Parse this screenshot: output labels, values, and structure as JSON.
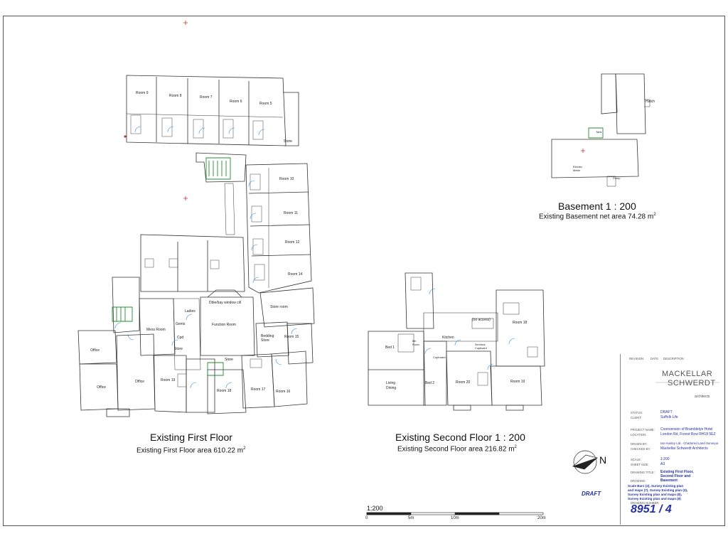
{
  "plans": {
    "first_floor": {
      "title": "Existing First Floor",
      "area_text": "Existing First Floor area 610.22 m",
      "area_sup": "2"
    },
    "second_floor": {
      "title": "Existing Second Floor 1 : 200",
      "area_text": "Existing Second Floor area 216.82 m",
      "area_sup": "2"
    },
    "basement": {
      "title": "Basement 1 : 200",
      "area_text": "Existing Basement net area 74.28 m",
      "area_sup": "2"
    }
  },
  "rooms_first": {
    "room9": "Room 9",
    "room8": "Room 8",
    "room7": "Room 7",
    "room6": "Room 6",
    "room5": "Room 5",
    "store_top": "Store",
    "room10": "Room 10",
    "room11": "Room 11",
    "room12": "Room 12",
    "room14": "Room 14",
    "store_room": "Store room",
    "room15": "Room 15",
    "bedding_store": "Bedding Store",
    "bay": "Dble/bay window cill",
    "function_room": "Function Room",
    "ladies": "Ladies",
    "gents": "Gents",
    "mess_room": "Mess Room",
    "store_mid": "Store",
    "cpd": "Cpd",
    "store_low": "Store",
    "office1": "Office",
    "office2": "Office",
    "office3": "Office",
    "room19": "Room 19",
    "room18": "Room 18",
    "room17": "Room 17",
    "room16": "Room 16"
  },
  "rooms_second": {
    "no_access": "(no access)",
    "room18": "Room 18",
    "kitchen": "Kitchen",
    "bed1": "Bed 1",
    "bth": "Bth Room",
    "services": "Services Cupboard",
    "cupboard": "Cupboard",
    "living": "Living",
    "dining": "Dining",
    "bed2": "Bed 2",
    "room20": "Room 20",
    "room19": "Room 19"
  },
  "rooms_basement": {
    "hatch": "Hatch",
    "electric": "Electric Meter",
    "pump": "Pump",
    "tank": "Tank"
  },
  "scale_bar": {
    "label": "1:200",
    "ticks": [
      "0",
      "5m",
      "10m",
      "20m"
    ]
  },
  "north": {
    "label": "N"
  },
  "title_block": {
    "revision": "REVISION",
    "date": "DATE",
    "description": "DESCRIPTION",
    "logo_line1": "MACKELLAR",
    "logo_line2": "SCHWERDT",
    "logo_line3": "architects",
    "status_k": "STATUS:",
    "status_v": "DRAFT",
    "client_k": "CLIENT:",
    "client_v": "Suffolk Life",
    "project_k": "PROJECT NAME:",
    "project_v": "Coonversion of Brambletye Hotel",
    "location_k": "LOCATION:",
    "location_v": "London Rd, Forest Row RH18 5EZ",
    "drawn_k": "DRAWN BY:",
    "drawn_v": "Ian Hunley Ltd - Chartered Land Surveyor",
    "checked_k": "CHECKED BY:",
    "checked_v": "Mackellar Schwerdt Architects",
    "scale_k": "SCALE:",
    "scale_v": "1:200",
    "sheet_k": "SHEET SIZE:",
    "sheet_v": "A3",
    "dtitle_k": "DRAWING TITLE:",
    "dtitle_v1": "Existing First Floor,",
    "dtitle_v2": "Second Floor and",
    "dtitle_v3": "Basement",
    "drawing_k": "DRAWING:",
    "drawings": [
      "Scale Bars (3), Survey Existing plan",
      "and maps (7), Survey Existing plan (3),",
      "Survey Existing plan and maps (8),",
      "Survey Existing plan and maps (9)"
    ],
    "number_k": "DRAWING NUMBER:",
    "number_v": "8951 / 4",
    "draft_mark": "DRAFT"
  },
  "colors": {
    "line": "#333333",
    "door": "#3a8fd1",
    "stair": "#1f8f2f",
    "accent": "#c0392b",
    "tbtext": "#2430a6"
  }
}
